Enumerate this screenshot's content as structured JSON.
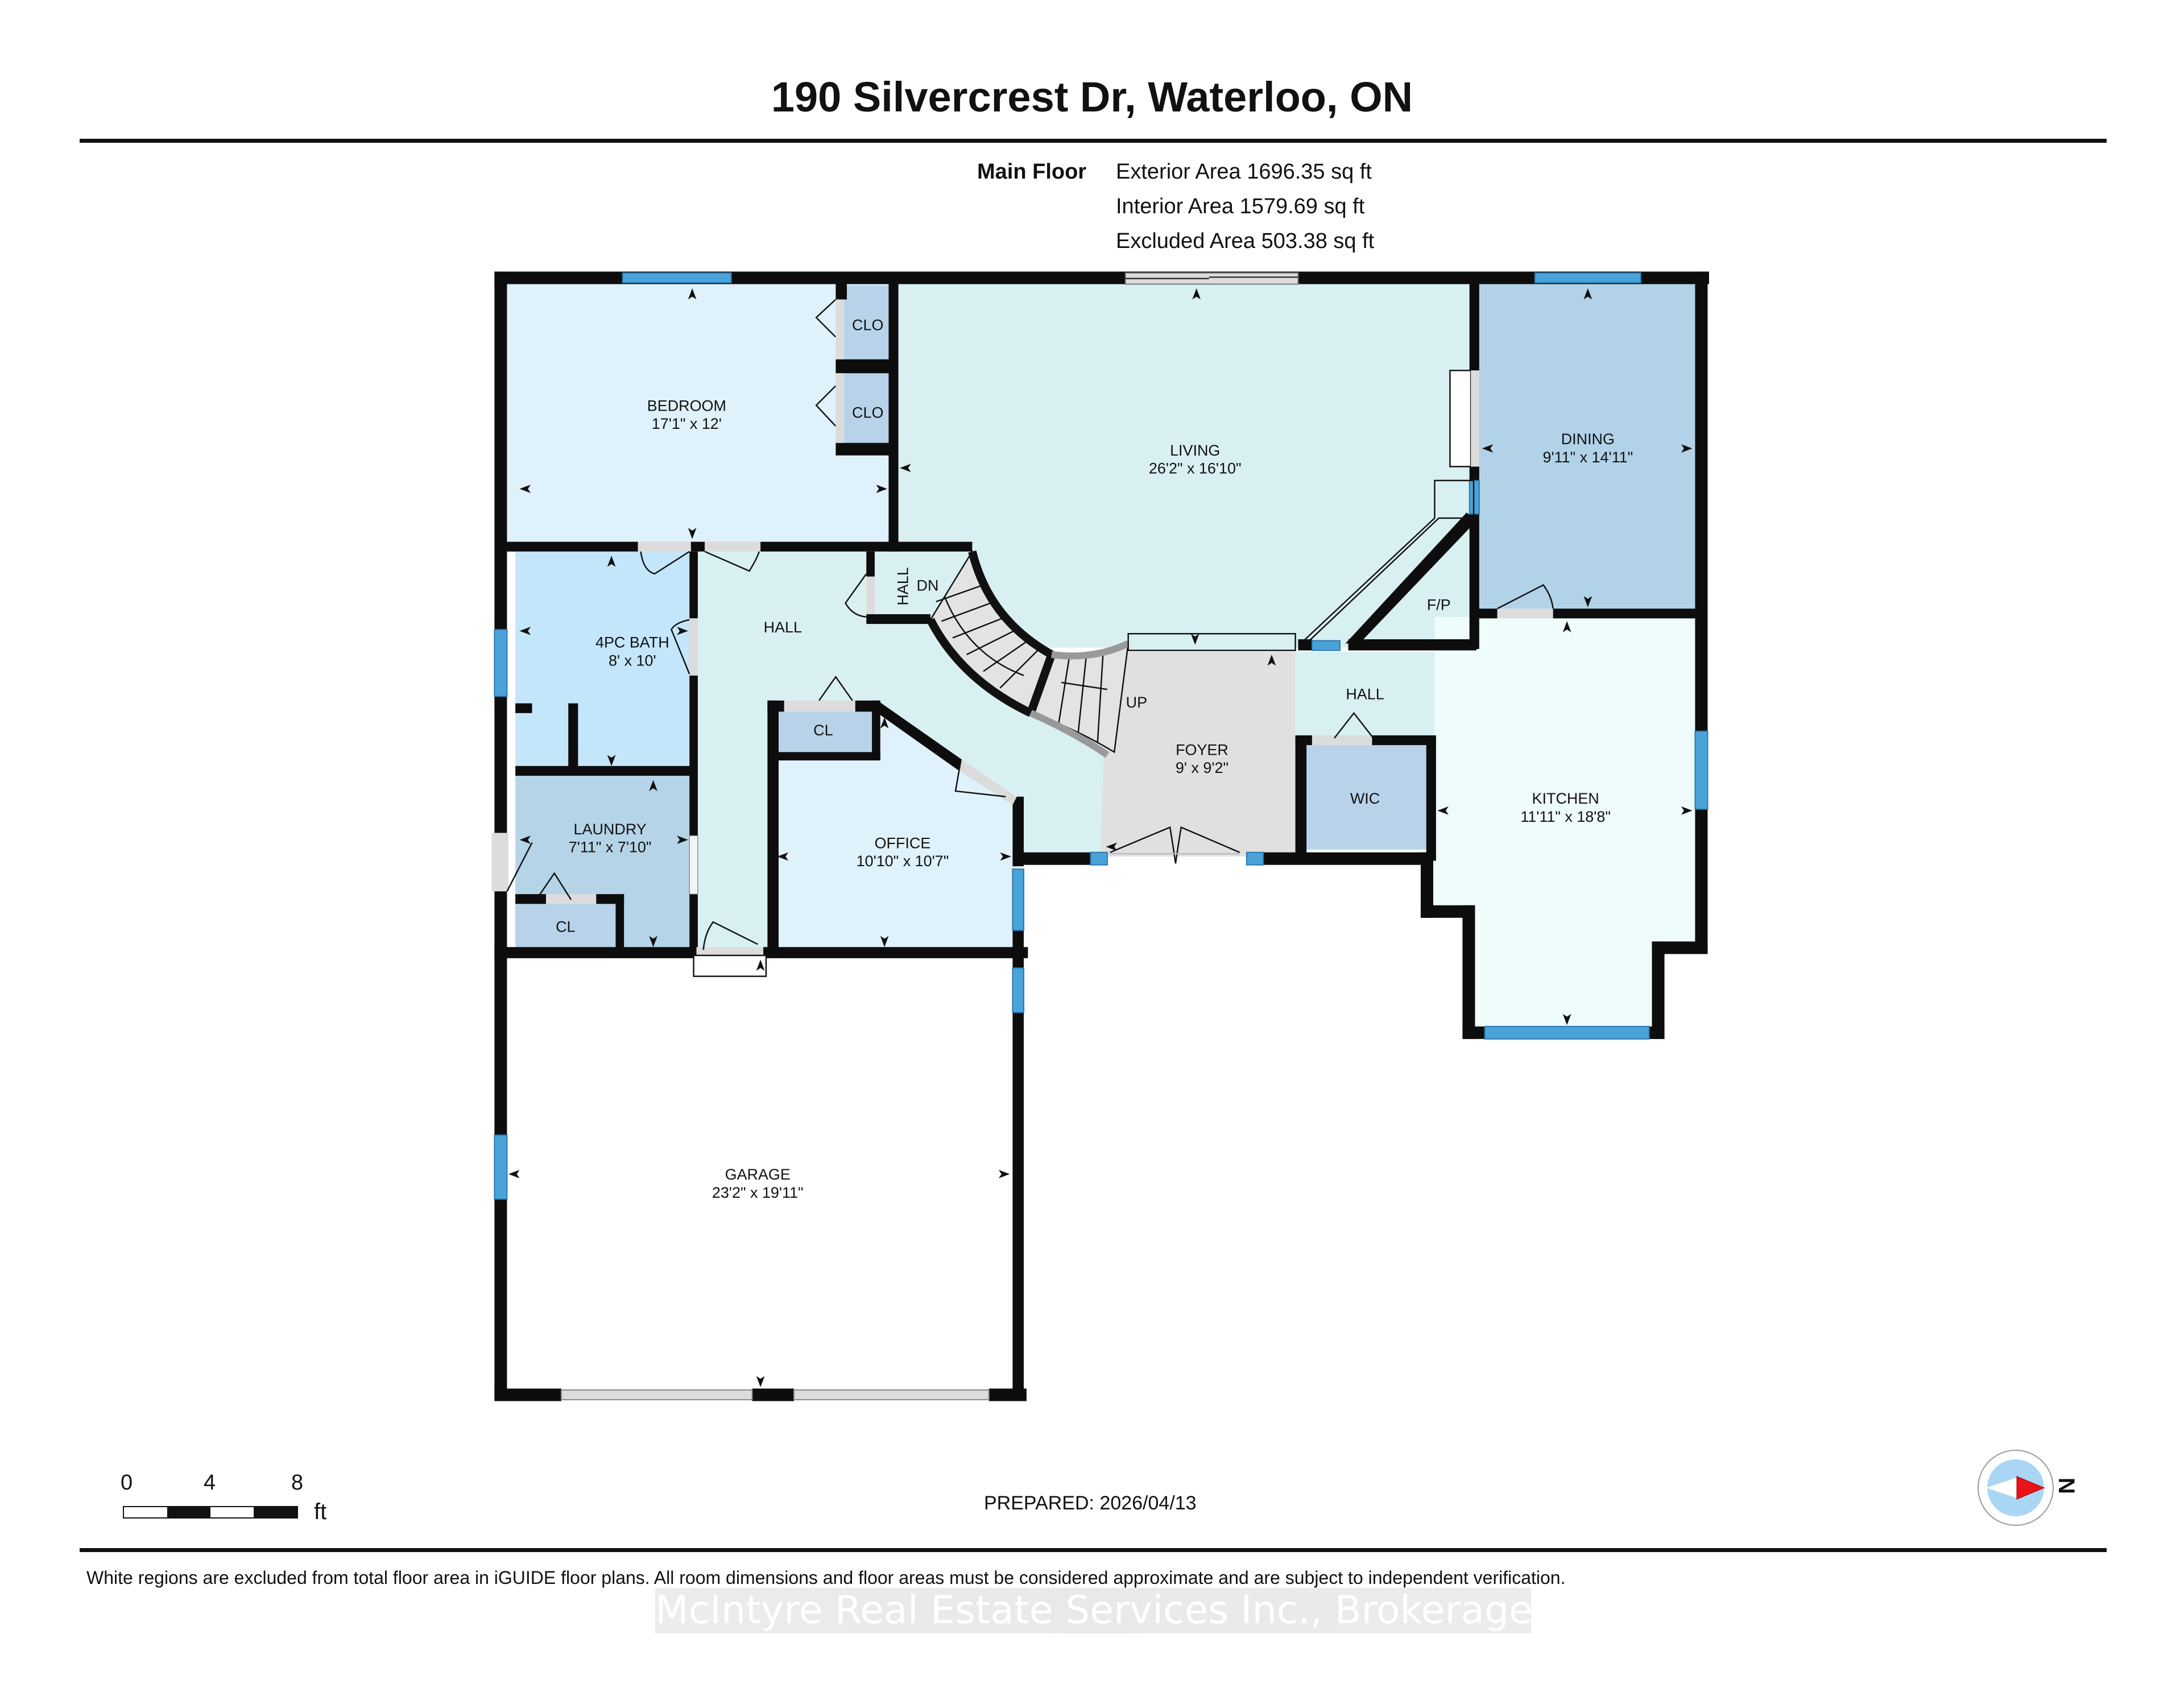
{
  "header": {
    "title": "190 Silvercrest Dr, Waterloo, ON"
  },
  "area_summary": {
    "floor_label": "Main Floor",
    "exterior": "Exterior Area 1696.35 sq ft",
    "interior": "Interior Area 1579.69 sq ft",
    "excluded": "Excluded Area 503.38 sq ft"
  },
  "colors": {
    "wall": "#0d0d0d",
    "window": "#4aa3d8",
    "door_gray": "#d9d9d9",
    "bedroom": "#dff1fb",
    "living": "#d9f0f2",
    "dining": "#b2d2e8",
    "bath": "#c4e6fa",
    "laundry": "#b6d4e8",
    "closet": "#b8d3e9",
    "hall": "#d9f0f2",
    "office": "#dff1fb",
    "foyer": "#e0e0e0",
    "kitchen": "#effcfc",
    "garage": "#ffffff",
    "compass_red": "#e8141a",
    "compass_blue": "#a9d6f5"
  },
  "rooms": [
    {
      "id": "bedroom",
      "name": "BEDROOM",
      "dims": "17'1\" x 12'"
    },
    {
      "id": "living",
      "name": "LIVING",
      "dims": "26'2\" x 16'10\""
    },
    {
      "id": "dining",
      "name": "DINING",
      "dims": "9'11\" x 14'11\""
    },
    {
      "id": "bath",
      "name": "4PC BATH",
      "dims": "8' x 10'"
    },
    {
      "id": "hall_main",
      "name": "HALL",
      "dims": ""
    },
    {
      "id": "hall_small",
      "name": "HALL",
      "dims": ""
    },
    {
      "id": "hall_east",
      "name": "HALL",
      "dims": ""
    },
    {
      "id": "laundry",
      "name": "LAUNDRY",
      "dims": "7'11\" x 7'10\""
    },
    {
      "id": "office",
      "name": "OFFICE",
      "dims": "10'10\" x 10'7\""
    },
    {
      "id": "foyer",
      "name": "FOYER",
      "dims": "9' x 9'2\""
    },
    {
      "id": "kitchen",
      "name": "KITCHEN",
      "dims": "11'11\" x 18'8\""
    },
    {
      "id": "garage",
      "name": "GARAGE",
      "dims": "23'2\" x 19'11\""
    }
  ],
  "minor_labels": {
    "clo1": "CLO",
    "clo2": "CLO",
    "cl_hall": "CL",
    "cl_laundry": "CL",
    "wic": "WIC",
    "fp": "F/P",
    "stairs_down": "DN",
    "stairs_up": "UP"
  },
  "scale_bar": {
    "ticks": [
      "0",
      "4",
      "8"
    ],
    "unit": "ft"
  },
  "compass": {
    "label": "N"
  },
  "footer": {
    "prepared": "PREPARED: 2026/04/13",
    "disclaimer": "White regions are excluded from total floor area in iGUIDE floor plans. All room dimensions and floor areas must be considered approximate and are subject to independent verification.",
    "watermark": "McIntyre Real Estate Services Inc., Brokerage"
  }
}
